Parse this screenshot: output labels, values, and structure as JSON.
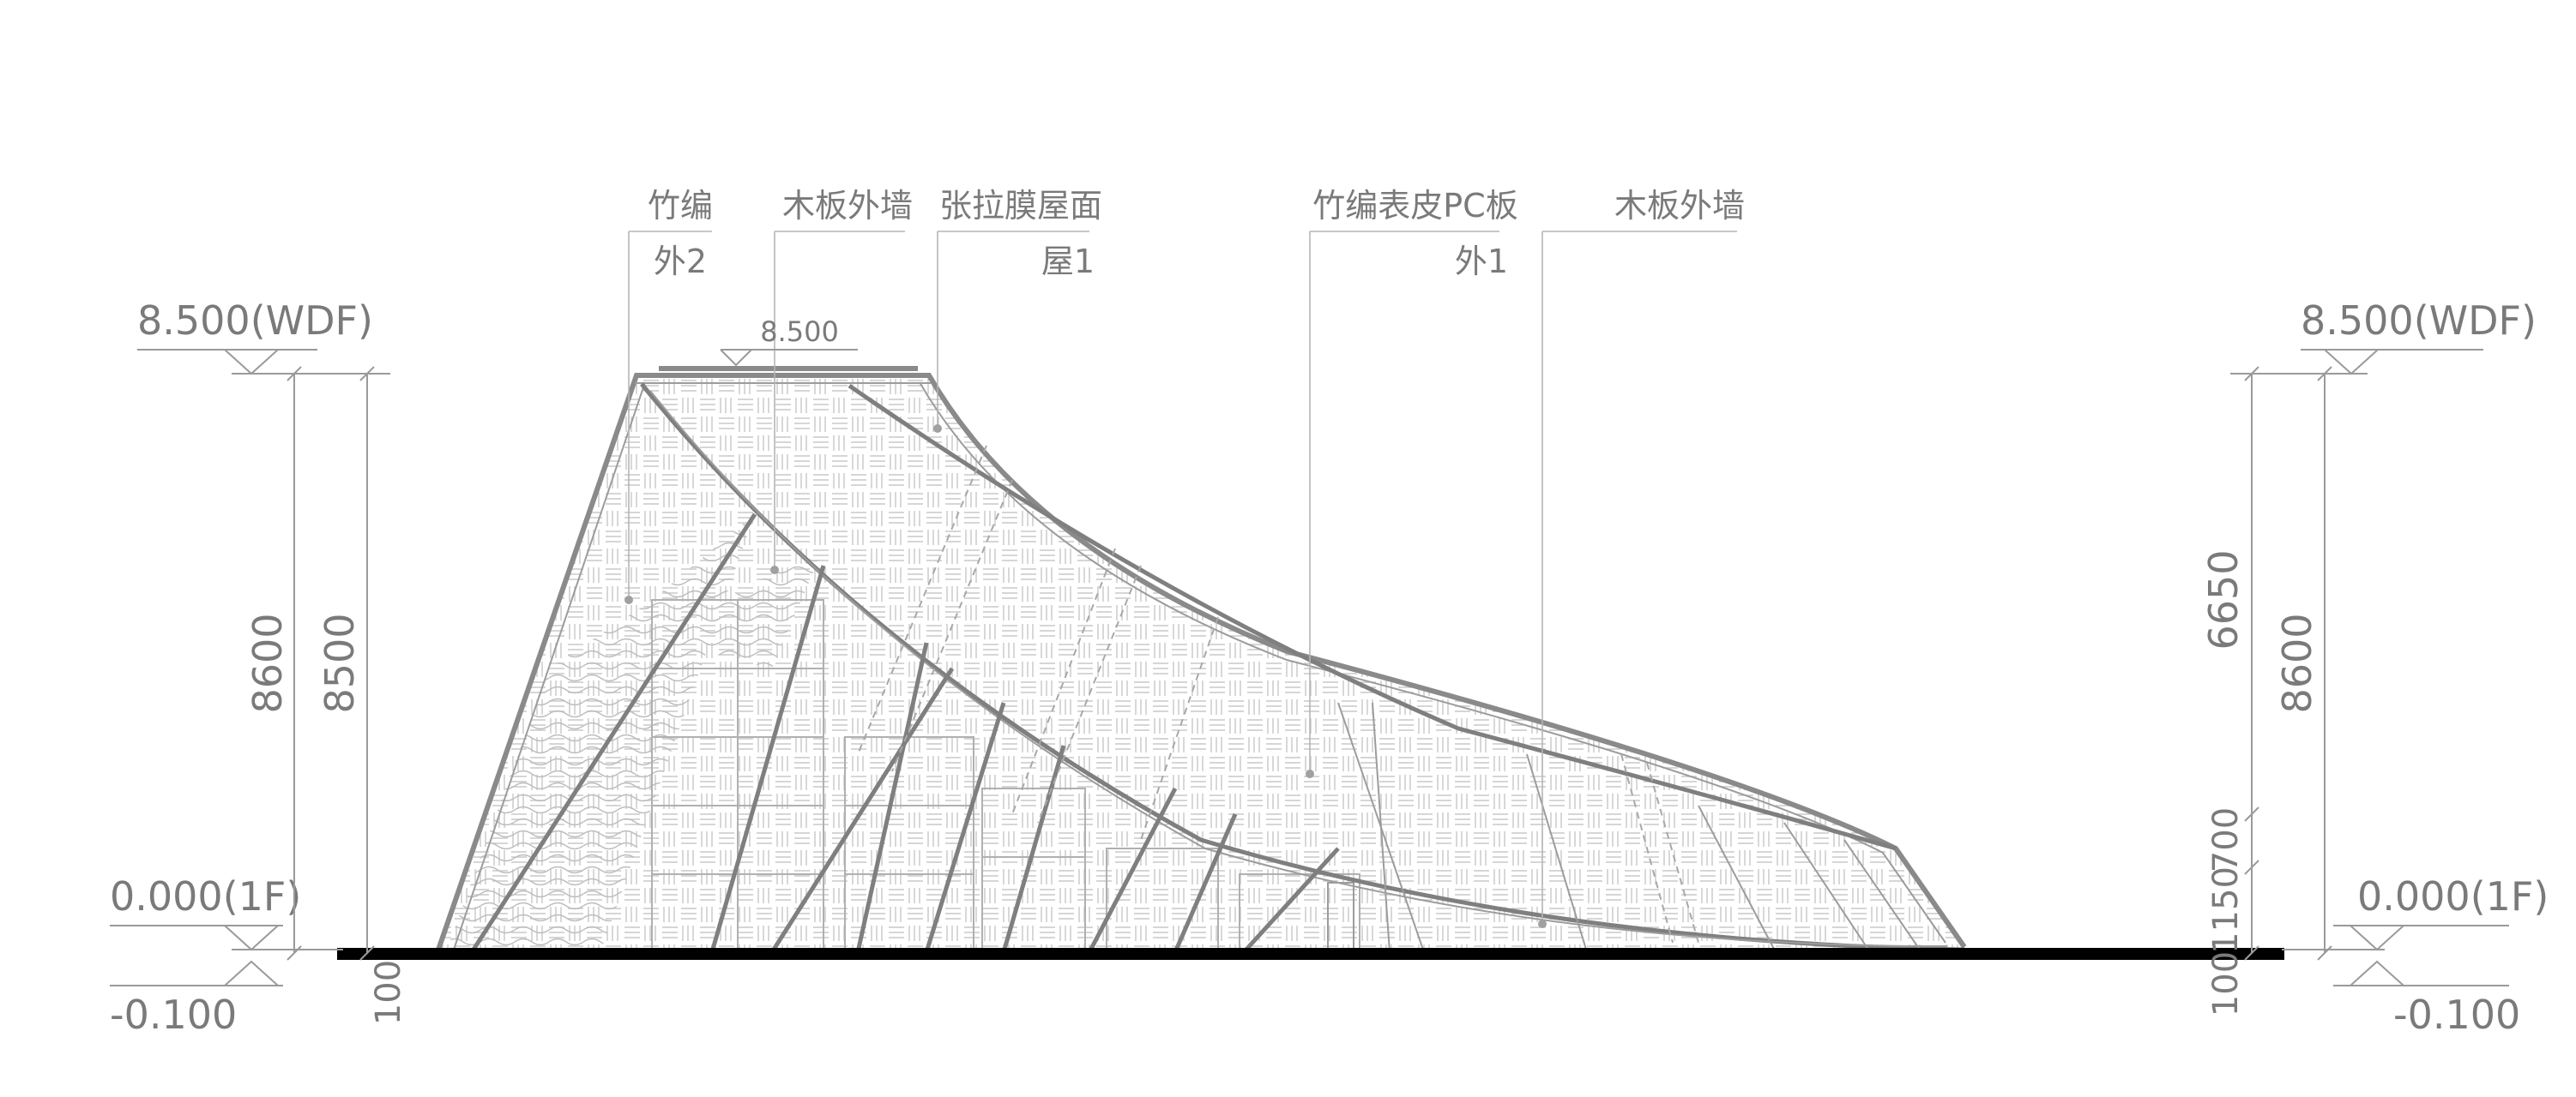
{
  "labels": {
    "l1_top": "竹编",
    "l1_bottom": "外2",
    "l2_top": "木板外墙",
    "l3_top": "张拉膜屋面",
    "l3_bottom": "屋1",
    "l4_top": "竹编表皮PC板",
    "l4_bottom": "外1",
    "l5_top": "木板外墙"
  },
  "levels": {
    "left_top": "8.500(WDF)",
    "right_top": "8.500(WDF)",
    "left_floor": "0.000(1F)",
    "right_floor": "0.000(1F)",
    "left_below": "-0.100",
    "right_below": "-0.100",
    "top_mark": "8.500"
  },
  "dims": {
    "left_outer": "8600",
    "left_inner": "8500",
    "left_base": "100",
    "right_outer": "8600",
    "right_upper": "6650",
    "right_mid1": "700",
    "right_mid2": "1150",
    "right_base": "100"
  },
  "colors": {
    "line": "#8a8a8a",
    "text": "#7a7a7a",
    "ground": "#000000",
    "hatch": "#c6c6c6"
  }
}
